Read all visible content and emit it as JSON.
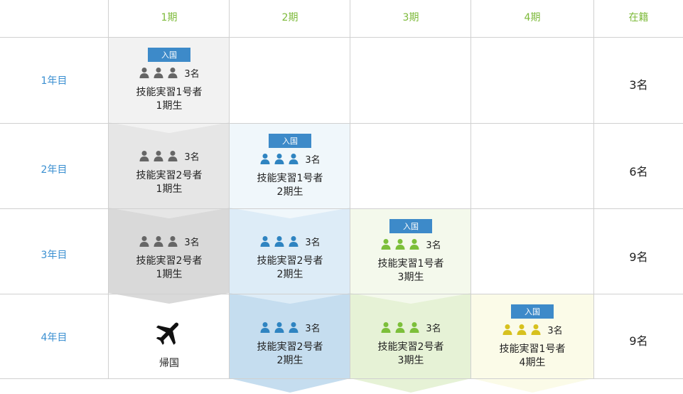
{
  "header": {
    "periods": [
      "1期",
      "2期",
      "3期",
      "4期"
    ],
    "enrolled": "在籍"
  },
  "rows": [
    {
      "label": "1年目",
      "total": "3名"
    },
    {
      "label": "2年目",
      "total": "6名"
    },
    {
      "label": "3年目",
      "total": "9名"
    },
    {
      "label": "4年目",
      "total": "9名"
    }
  ],
  "cells": {
    "c1r1": {
      "badge": "入国",
      "count": "3名",
      "line1": "技能実習1号者",
      "line2": "1期生"
    },
    "c1r2": {
      "count": "3名",
      "line1": "技能実習2号者",
      "line2": "1期生"
    },
    "c1r3": {
      "count": "3名",
      "line1": "技能実習2号者",
      "line2": "1期生"
    },
    "c1r4": {
      "label": "帰国"
    },
    "c2r2": {
      "badge": "入国",
      "count": "3名",
      "line1": "技能実習1号者",
      "line2": "2期生"
    },
    "c2r3": {
      "count": "3名",
      "line1": "技能実習2号者",
      "line2": "2期生"
    },
    "c2r4": {
      "count": "3名",
      "line1": "技能実習2号者",
      "line2": "2期生"
    },
    "c3r3": {
      "badge": "入国",
      "count": "3名",
      "line1": "技能実習1号者",
      "line2": "3期生"
    },
    "c3r4": {
      "count": "3名",
      "line1": "技能実習2号者",
      "line2": "3期生"
    },
    "c4r4": {
      "badge": "入国",
      "count": "3名",
      "line1": "技能実習1号者",
      "line2": "4期生"
    }
  },
  "colors": {
    "header_text": "#7dba3a",
    "row_label_text": "#3a8fd1",
    "badge": "#3d8ac9",
    "gray_icon": "#666666",
    "blue_icon": "#2f84c1",
    "green_icon": "#7cbf3a",
    "yellow_icon": "#d7c11e",
    "gray_fills": [
      "#f2f2f2",
      "#e6e6e6",
      "#d9d9d9"
    ],
    "blue_fills": [
      "#f0f7fb",
      "#ddecf7",
      "#c5ddef"
    ],
    "green_fills": [
      "#f4f9ec",
      "#e6f2d6"
    ],
    "yellow_fills": [
      "#fbfbe8"
    ]
  }
}
